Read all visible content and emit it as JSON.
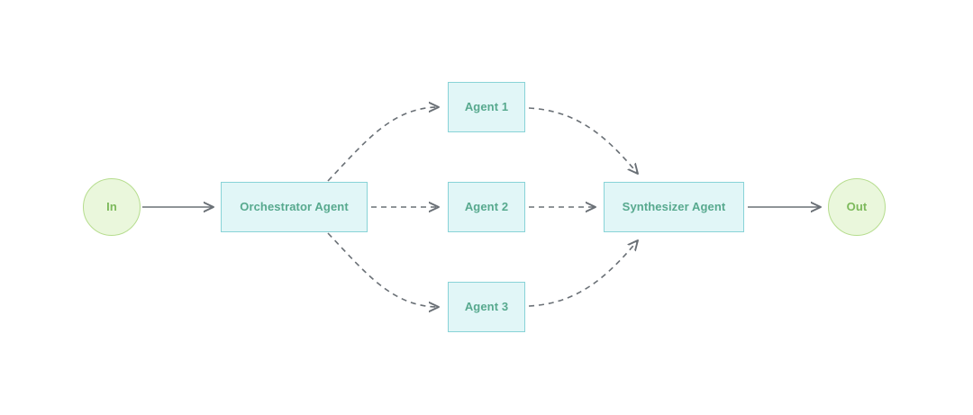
{
  "nodes": {
    "in": {
      "label": "In"
    },
    "orchestrator": {
      "label": "Orchestrator Agent"
    },
    "agent1": {
      "label": "Agent 1"
    },
    "agent2": {
      "label": "Agent 2"
    },
    "agent3": {
      "label": "Agent 3"
    },
    "synthesizer": {
      "label": "Synthesizer Agent"
    },
    "out": {
      "label": "Out"
    }
  },
  "colors": {
    "arrow": "#6a7076",
    "box_fill": "#e1f6f7",
    "box_border": "#88d3d7",
    "box_text": "#57a98e",
    "circle_fill": "#eaf7dc",
    "circle_border": "#b6dd8e",
    "circle_text": "#7cb95b"
  }
}
